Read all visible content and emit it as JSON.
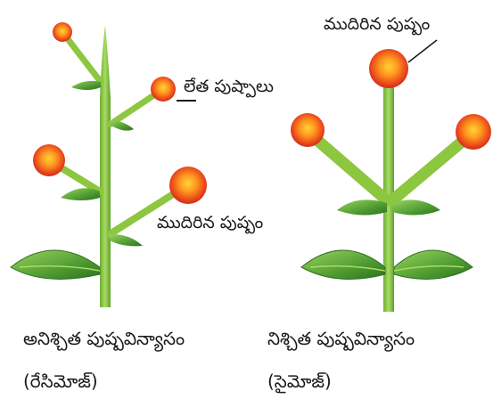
{
  "labels": {
    "young_flowers": "లేత పుష్పాలు",
    "mature_flower_left": "ముదిరిన పుష్పం",
    "mature_flower_right": "ముదిరిన పుష్పం"
  },
  "captions": {
    "left_title": "అనిశ్చిత పుష్పవిన్యాసం",
    "left_subtitle": "(రేసిమోజ్)",
    "right_title": "నిశ్చిత పుష్పవిన్యాసం",
    "right_subtitle": "(సైమోజ్)"
  },
  "colors": {
    "stem": "#8dc63f",
    "stem_dark": "#5f9e2c",
    "leaf": "#3e8a2a",
    "leaf_light": "#7cc04a",
    "flower_outer": "#e8401c",
    "flower_inner": "#ffb51e"
  }
}
